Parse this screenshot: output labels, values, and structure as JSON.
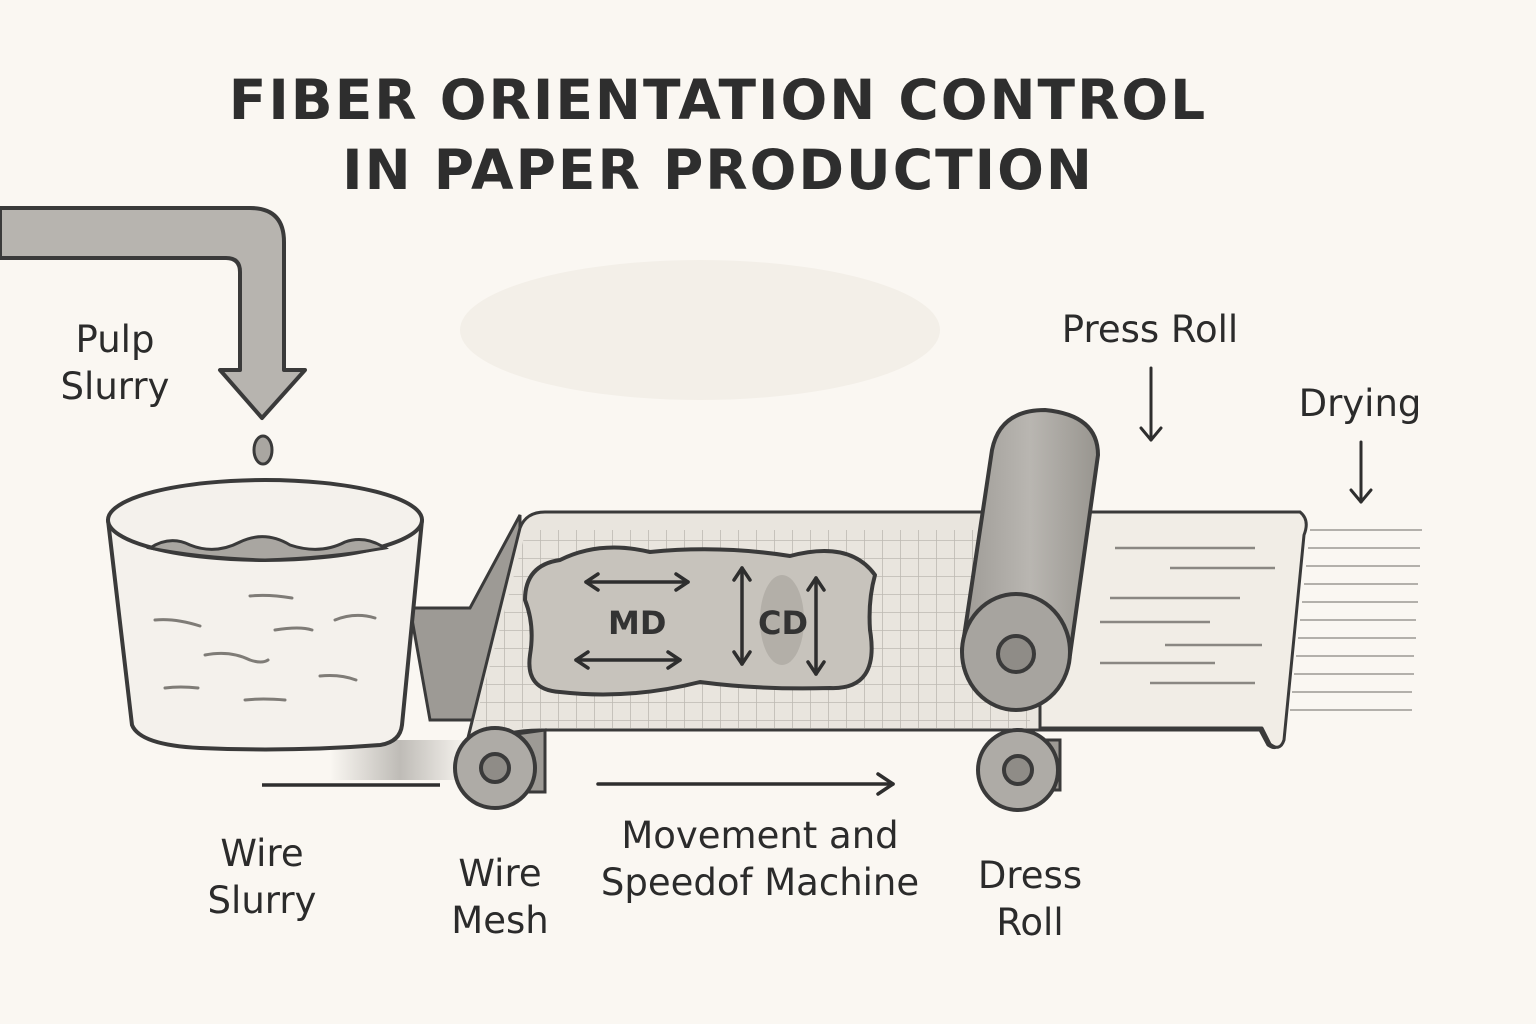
{
  "title": {
    "line1": "FIBER ORIENTATION CONTROL",
    "line2": "IN PAPER PRODUCTION"
  },
  "labels": {
    "pulp_slurry": [
      "Pulp",
      "Slurry"
    ],
    "wire_slurry": [
      "Wire",
      "Slurry"
    ],
    "wire_mesh": [
      "Wire",
      "Mesh"
    ],
    "movement": [
      "Movement and",
      "Speedof Machine"
    ],
    "dress_roll": [
      "Dress",
      "Roll"
    ],
    "press_roll": "Press Roll",
    "drying": "Drying",
    "md": "MD",
    "cd": "CD"
  },
  "colors": {
    "background": "#faf7f2",
    "ink": "#2b2b2b",
    "pipe": "#b5b2ad",
    "roll": "#a8a5a0",
    "sheet": "#ece8e1"
  }
}
